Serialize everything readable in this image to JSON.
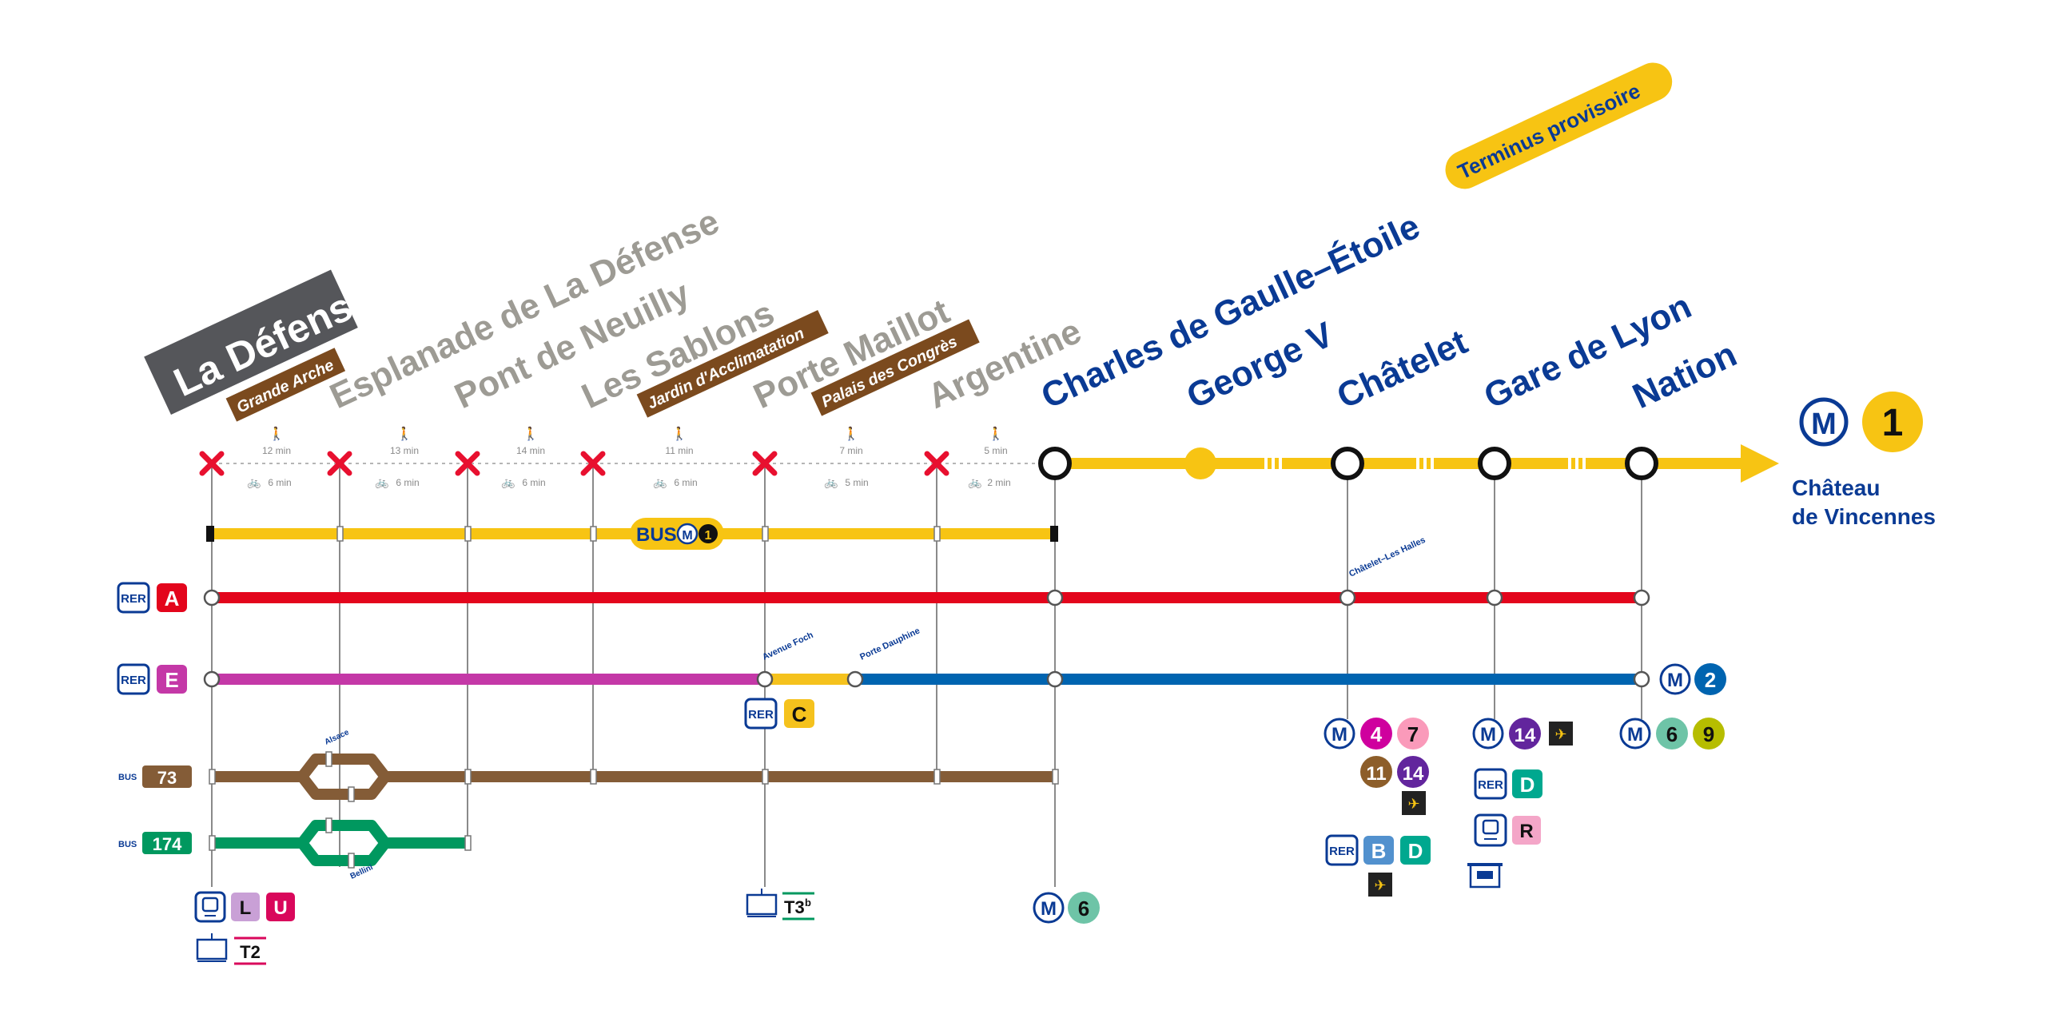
{
  "colors": {
    "ratp_blue": "#0a3a94",
    "m1_yellow": "#f7c413",
    "grey_text": "#9d9b94",
    "closed_red": "#e8102f",
    "rer_a": "#e3051c",
    "rer_e": "#c438a7",
    "rer_e_blue": "#0064b0",
    "rer_c": "#f5c21d",
    "bus73": "#845c37",
    "bus174": "#00985f",
    "brown_tag": "#7b4a1e"
  },
  "closed_stations": [
    {
      "name": "La Défense",
      "subtitle": "Grande Arche"
    },
    {
      "name": "Esplanade de La Défense",
      "subtitle": ""
    },
    {
      "name": "Pont de Neuilly",
      "subtitle": ""
    },
    {
      "name": "Les Sablons",
      "subtitle": "Jardin d'Acclimatation"
    },
    {
      "name": "Porte Maillot",
      "subtitle": "Palais des Congrès"
    },
    {
      "name": "Argentine",
      "subtitle": ""
    }
  ],
  "open_stations": [
    {
      "name": "Charles de Gaulle–Étoile",
      "badge": "Terminus provisoire"
    },
    {
      "name": "George V"
    },
    {
      "name": "Châtelet"
    },
    {
      "name": "Gare de Lyon"
    },
    {
      "name": "Nation"
    }
  ],
  "segments": [
    {
      "walk": "12 min",
      "bike": "6 min"
    },
    {
      "walk": "13 min",
      "bike": "6 min"
    },
    {
      "walk": "14 min",
      "bike": "6 min"
    },
    {
      "walk": "11 min",
      "bike": "6 min"
    },
    {
      "walk": "7 min",
      "bike": "5 min"
    },
    {
      "walk": "5 min",
      "bike": "2 min"
    }
  ],
  "line": {
    "metro_symbol": "M",
    "number": "1",
    "terminus_line1": "Château",
    "terminus_line2": "de Vincennes"
  },
  "replacement_bus": {
    "label": "BUS",
    "metro_symbol": "M",
    "number": "1"
  },
  "rer_a": {
    "mode": "RER",
    "letter": "A"
  },
  "rer_e": {
    "mode": "RER",
    "letter": "E"
  },
  "bus73": {
    "mode": "BUS",
    "number": "73"
  },
  "bus174": {
    "mode": "BUS",
    "number": "174"
  },
  "small_labels": {
    "chatelet_les_halles": "Châtelet–Les Halles",
    "avenue_foch": "Avenue Foch",
    "porte_dauphine": "Porte Dauphine",
    "alsace": "Alsace",
    "bellini": "Bellini"
  },
  "nation_connection": {
    "metro_symbol": "M",
    "line": "2"
  },
  "porte_maillot_conn": {
    "mode": "RER",
    "letter": "C"
  },
  "chatelet_metros": [
    "4",
    "7",
    "11",
    "14"
  ],
  "chatelet_rers": [
    "B",
    "D"
  ],
  "gare_de_lyon_metro": "14",
  "gare_de_lyon_rer": "D",
  "gare_de_lyon_train": "R",
  "nation_metros": [
    "6",
    "9"
  ],
  "etoile_metro": "6",
  "la_defense_trains": [
    "L",
    "U"
  ],
  "la_defense_tram": "T2",
  "porte_maillot_tram": {
    "number": "T3",
    "suffix": "b"
  }
}
